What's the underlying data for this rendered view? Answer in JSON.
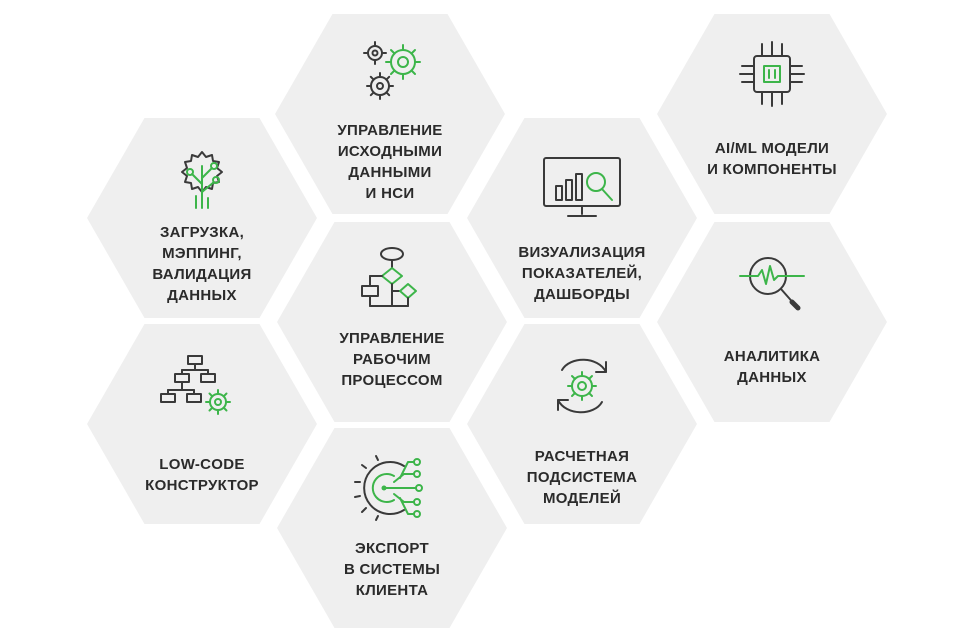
{
  "colors": {
    "hex_fill": "#efefef",
    "text": "#2b2b2b",
    "icon_dark": "#3a3a3a",
    "icon_accent": "#3db54a"
  },
  "tiles": {
    "master_data": {
      "icon": "gears-icon",
      "label": "УПРАВЛЕНИЕ\nИСХОДНЫМИ\nДАННЫМИ\nИ НСИ"
    },
    "ai_ml": {
      "icon": "chip-icon",
      "label": "AI/ML МОДЕЛИ\nИ КОМПОНЕНТЫ"
    },
    "data_load": {
      "icon": "tree-gear-icon",
      "label": "ЗАГРУЗКА,\nМЭППИНГ,\nВАЛИДАЦИЯ\nДАННЫХ"
    },
    "visualization": {
      "icon": "monitor-chart-icon",
      "label": "ВИЗУАЛИЗАЦИЯ\nПОКАЗАТЕЛЕЙ,\nДАШБОРДЫ"
    },
    "workflow": {
      "icon": "flowchart-icon",
      "label": "УПРАВЛЕНИЕ\nРАБОЧИМ\nПРОЦЕССОМ"
    },
    "analytics": {
      "icon": "magnifier-pulse-icon",
      "label": "АНАЛИТИКА\nДАННЫХ"
    },
    "lowcode": {
      "icon": "hierarchy-gear-icon",
      "label": "LOW-CODE\nКОНСТРУКТОР"
    },
    "calc_models": {
      "icon": "gear-cycle-icon",
      "label": "РАСЧЕТНАЯ\nПОДСИСТЕМА\nМОДЕЛЕЙ"
    },
    "export": {
      "icon": "gear-export-icon",
      "label": "ЭКСПОРТ\nВ СИСТЕМЫ\nКЛИЕНТА"
    }
  }
}
